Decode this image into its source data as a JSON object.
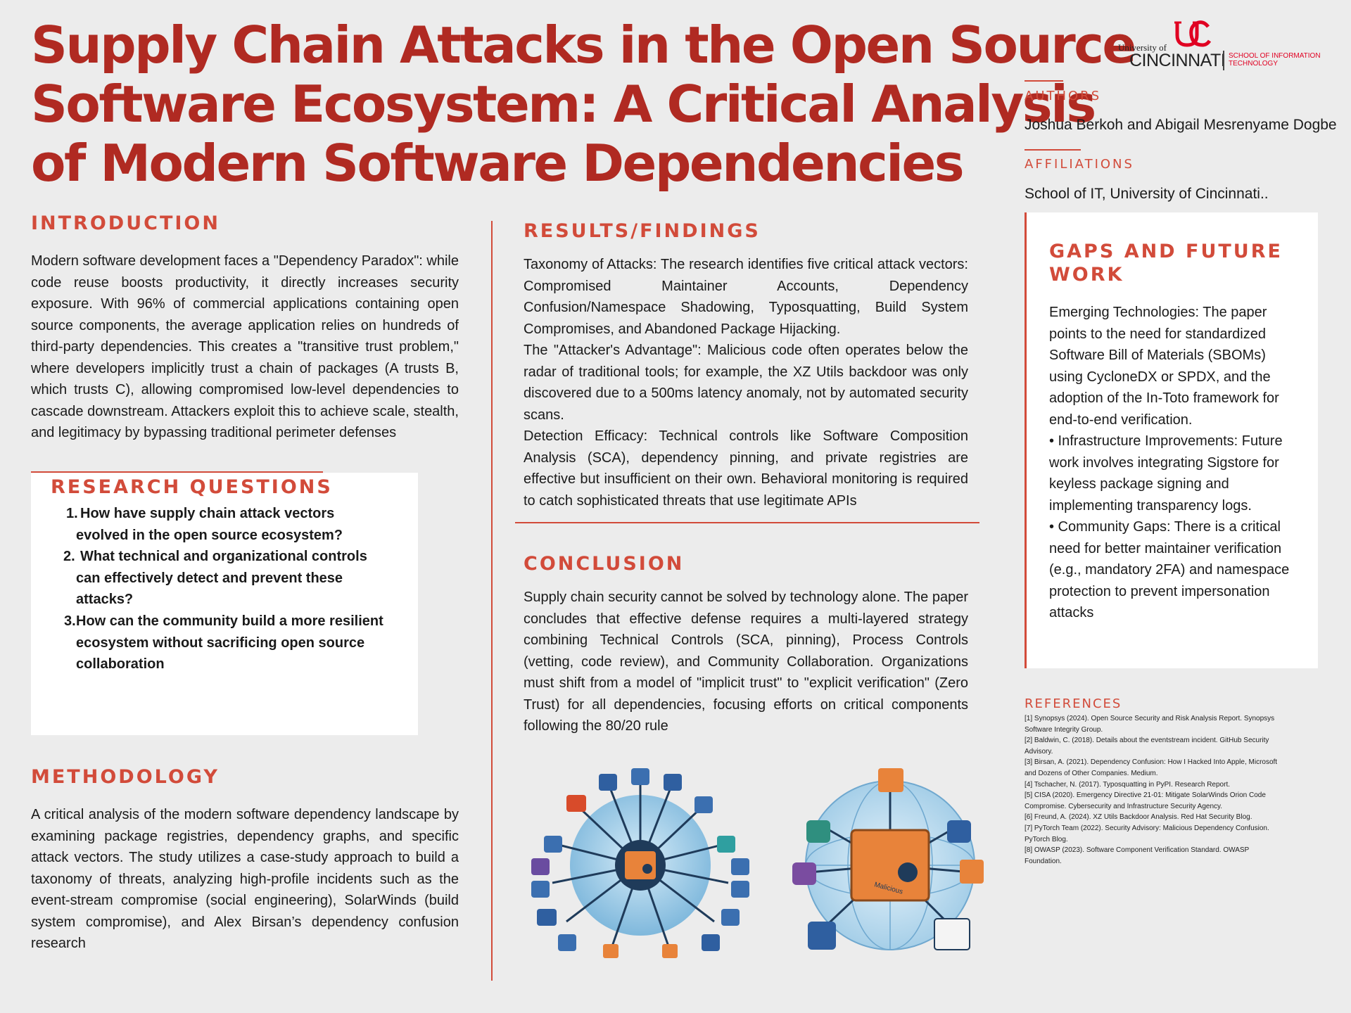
{
  "title": {
    "line1": "Supply Chain Attacks in the Open Source",
    "line2": "Software Ecosystem: A Critical Analysis",
    "line3": "of Modern Software Dependencies"
  },
  "logo": {
    "university_of": "University of",
    "cincinnati": "CINCINNATI",
    "school_line1": "SCHOOL OF INFORMATION",
    "school_line2": "TECHNOLOGY",
    "color": "#e00122"
  },
  "authors": {
    "label": "AUTHORS",
    "names": "Joshua Berkoh and Abigail Mesrenyame Dogbe"
  },
  "affiliations": {
    "label": "AFFILIATIONS",
    "text": "School of IT, University of Cincinnati.."
  },
  "introduction": {
    "heading": "INTRODUCTION",
    "text": "Modern software development faces a \"Dependency Paradox\": while code reuse boosts productivity, it directly increases security exposure. With 96% of commercial applications containing open source components, the average application relies on hundreds of third-party dependencies. This creates a \"transitive trust problem,\" where developers implicitly trust a chain of packages (A trusts B, which trusts C), allowing compromised low-level dependencies to cascade downstream. Attackers exploit this to achieve scale, stealth, and legitimacy by bypassing traditional perimeter defenses"
  },
  "research_questions": {
    "heading": "RESEARCH QUESTIONS",
    "items": [
      {
        "num": "1.",
        "line1": "How have supply chain attack vectors",
        "line2": "evolved in the open source ecosystem?",
        "line3": ""
      },
      {
        "num": "2.",
        "line1": "What technical and organizational controls",
        "line2": "can effectively detect and prevent these",
        "line3": "attacks?"
      },
      {
        "num": "3.",
        "line1": "How can the community build a more resilient",
        "line2": "ecosystem without sacrificing open source",
        "line3": "collaboration"
      }
    ]
  },
  "methodology": {
    "heading": "METHODOLOGY",
    "text": "A critical analysis of the modern software dependency landscape by examining package registries, dependency graphs, and specific attack vectors. The study utilizes a case-study approach to build a taxonomy of threats, analyzing high-profile incidents such as the event-stream compromise (social engineering), SolarWinds (build system compromise), and Alex Birsan’s dependency confusion research"
  },
  "results": {
    "heading": "RESULTS/FINDINGS",
    "p1": "Taxonomy of Attacks: The research identifies five critical attack vectors: Compromised Maintainer Accounts, Dependency Confusion/Namespace Shadowing, Typosquatting, Build System Compromises, and Abandoned Package Hijacking.",
    "p2": "The \"Attacker's Advantage\": Malicious code often operates below the radar of traditional tools; for example, the XZ Utils backdoor was only discovered due to a 500ms latency anomaly, not by automated security scans.",
    "p3": "Detection Efficacy: Technical controls like Software Composition Analysis (SCA), dependency pinning, and private registries are effective but insufficient on their own. Behavioral monitoring is required to catch sophisticated threats that use legitimate APIs"
  },
  "conclusion": {
    "heading": "CONCLUSION",
    "text": "Supply chain security cannot be solved by technology alone. The paper concludes that effective defense requires a multi-layered strategy combining Technical Controls (SCA, pinning), Process Controls (vetting, code review), and Community Collaboration. Organizations must shift from a model of \"implicit trust\" to \"explicit verification\" (Zero Trust) for all dependencies, focusing efforts on critical components following the 80/20 rule"
  },
  "gaps": {
    "heading_line1": "GAPS AND FUTURE",
    "heading_line2": "WORK",
    "lines": [
      "Emerging Technologies: The paper",
      "points to the need for standardized",
      "Software Bill of Materials (SBOMs)",
      "using CycloneDX or SPDX, and the",
      "adoption of the In-Toto framework for",
      "end-to-end verification.",
      "• Infrastructure Improvements: Future",
      "work involves integrating Sigstore for",
      "keyless package signing and",
      "implementing transparency logs.",
      "• Community Gaps: There is a critical",
      "need for better maintainer verification",
      "(e.g., mandatory 2FA) and namespace",
      "protection to prevent impersonation",
      "attacks"
    ]
  },
  "references": {
    "heading": "REFERENCES",
    "lines": [
      "[1] Synopsys (2024). Open Source Security and Risk Analysis Report. Synopsys",
      "Software Integrity Group.",
      "[2] Baldwin, C. (2018). Details about the eventstream incident. GitHub Security",
      "Advisory.",
      "[3] Birsan, A. (2021). Dependency Confusion: How I Hacked Into Apple, Microsoft",
      "and Dozens of Other Companies. Medium.",
      "[4] Tschacher, N. (2017). Typosquatting in PyPI. Research Report.",
      "[5] CISA (2020). Emergency Directive 21-01: Mitigate SolarWinds Orion Code",
      "Compromise. Cybersecurity and Infrastructure Security Agency.",
      "[6] Freund, A. (2024). XZ Utils Backdoor Analysis. Red Hat Security Blog.",
      "[7] PyTorch Team (2022). Security Advisory: Malicious Dependency Confusion.",
      "PyTorch Blog.",
      "[8] OWASP (2023). Software Component Verification Standard. OWASP",
      "Foundation."
    ]
  },
  "illustrations": {
    "box_label": "Malicious",
    "accent": "#d24b3a",
    "primary": "#b02a22",
    "globe_color": "#8fc3e3",
    "box_color": "#e8833a"
  }
}
